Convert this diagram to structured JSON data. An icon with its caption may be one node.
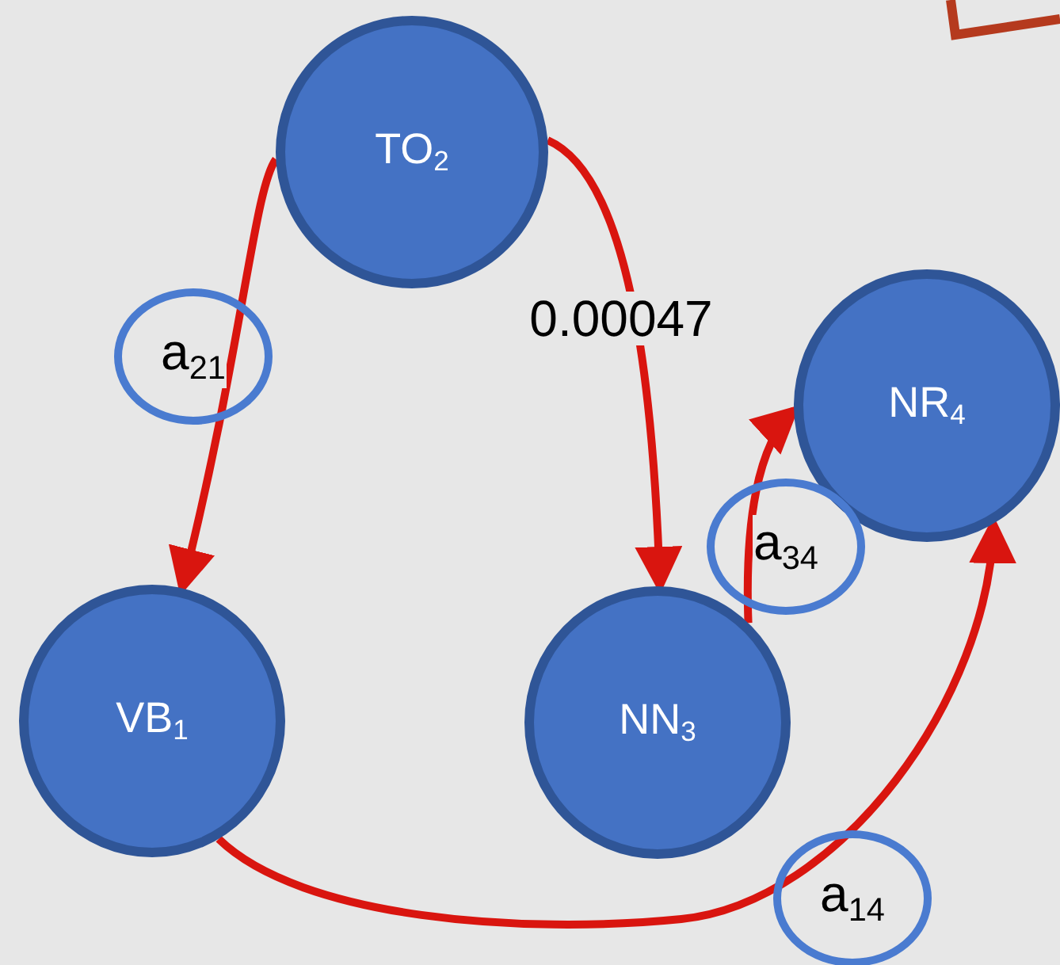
{
  "diagram": {
    "nodes": [
      {
        "text": [
          "TO$_{2}$"
        ]
      },
      {
        "text": [
          "VB$_{1}$"
        ]
      },
      {
        "text": [
          "NN$_{3}$"
        ]
      },
      {
        "text": [
          "NR$_{4}$"
        ]
      }
    ],
    "edges": [
      {
        "from": 0,
        "to": 1,
        "arrow": "to",
        "label": "a$_{21}$"
      },
      {
        "from": 0,
        "to": 2,
        "arrow": "to",
        "label": "0.00047"
      },
      {
        "from": 2,
        "to": 3,
        "arrow": "to",
        "label": "a$_{34}$"
      },
      {
        "from": 1,
        "to": 3,
        "arrow": "to",
        "label": "a$_{14}$"
      }
    ]
  }
}
